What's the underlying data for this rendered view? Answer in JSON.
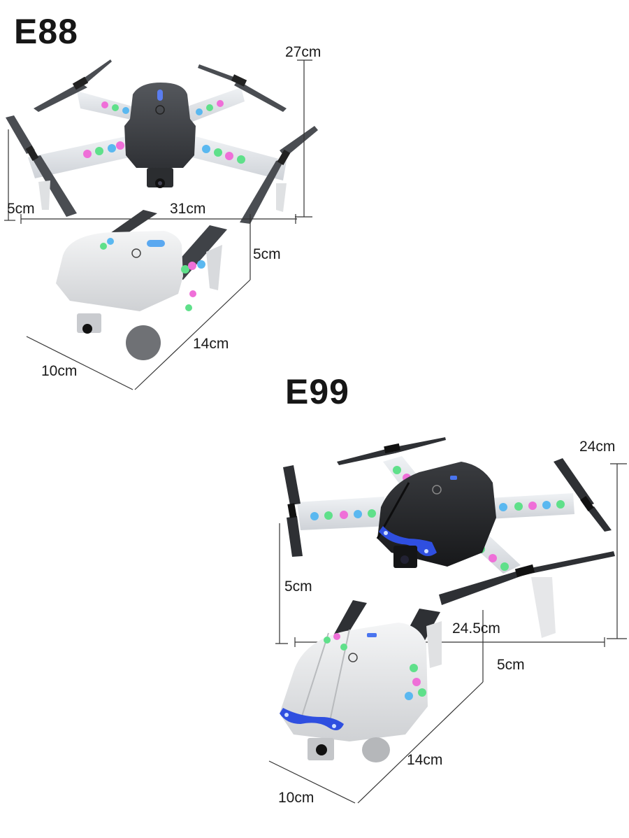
{
  "products": [
    {
      "model": "E88",
      "unfolded": {
        "length": "27cm",
        "width": "31cm",
        "height": "5cm",
        "body_color": "#3c3e42"
      },
      "folded": {
        "height": "5cm",
        "length": "14cm",
        "width": "10cm",
        "body_color": "#e6e7e9"
      }
    },
    {
      "model": "E99",
      "unfolded": {
        "length": "24cm",
        "width": "24.5cm",
        "height": "5cm",
        "body_color": "#26282c"
      },
      "folded": {
        "height": "5cm",
        "length": "14cm",
        "width": "10cm",
        "body_color": "#dcdddf"
      }
    }
  ],
  "colors": {
    "background": "#ffffff",
    "dimension_line": "#333333",
    "led_green": "#5fe08a",
    "led_pink": "#ef6fd8",
    "led_blue": "#5ab8f0",
    "headlight_blue": "#2f4fe0"
  }
}
